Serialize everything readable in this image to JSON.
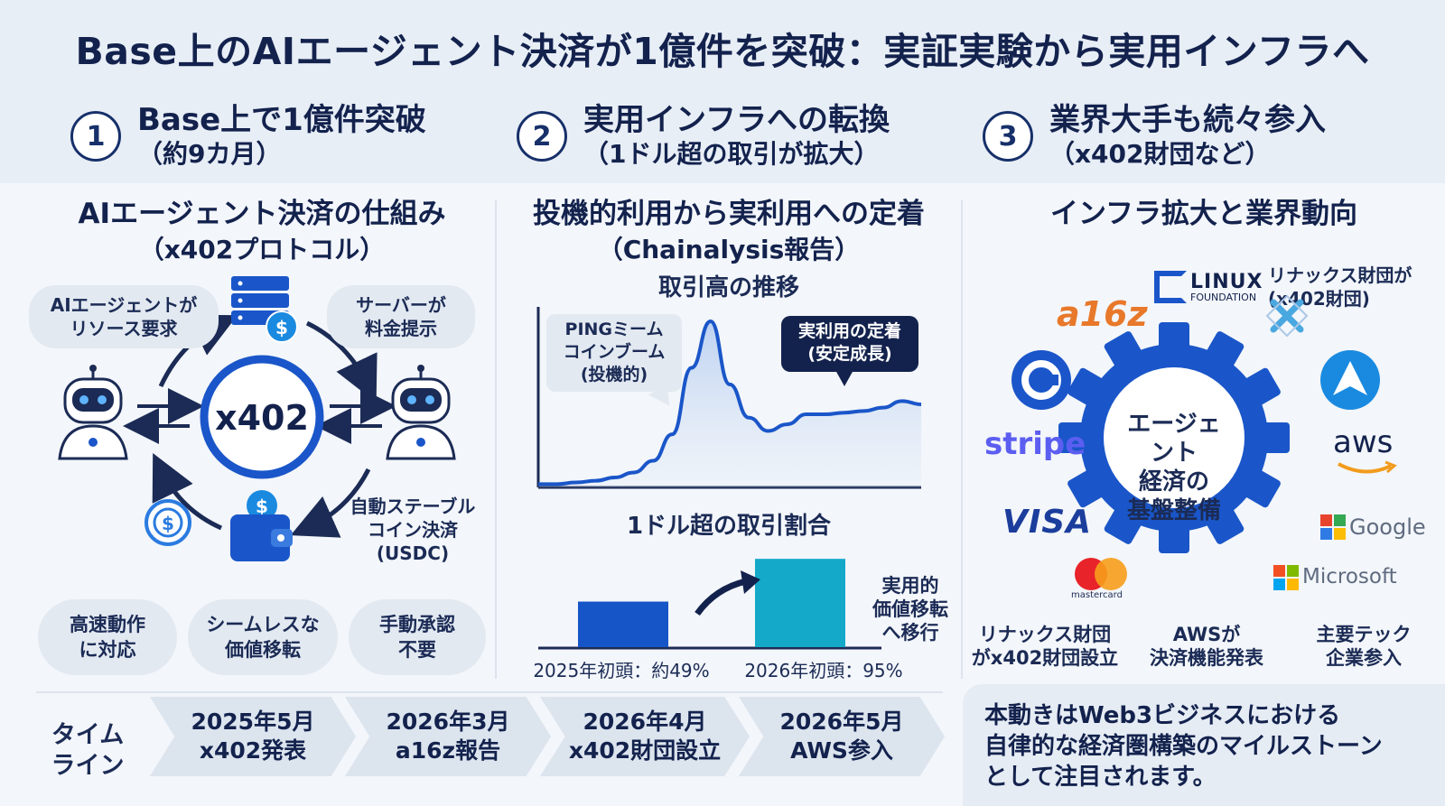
{
  "title": "Base上のAIエージェント決済が1億件を突破：実証実験から実用インフラへ",
  "points": [
    {
      "num": "1",
      "line1": "Base上で1億件突破",
      "line2": "（約9カ月）"
    },
    {
      "num": "2",
      "line1": "実用インフラへの転換",
      "line2": "（1ドル超の取引が拡大）"
    },
    {
      "num": "3",
      "line1": "業界大手も続々参入",
      "line2": "（x402財団など）"
    }
  ],
  "left": {
    "heading1": "AIエージェント決済の仕組み",
    "heading2": "（x402プロトコル）",
    "center": "x402",
    "bubble_agent": "AIエージェントが\nリソース要求",
    "bubble_server": "サーバーが\n料金提示",
    "auto_pay": "自動ステーブル\nコイン決済\n(USDC)",
    "pills": [
      "高速動作\nに対応",
      "シームレスな\n価値移転",
      "手動承認\n不要"
    ]
  },
  "middle": {
    "heading1": "投機的利用から実利用への定着",
    "heading2": "（Chainalysis報告）",
    "line_title": "取引高の推移",
    "callout_ping": "PINGミーム\nコインブーム\n(投機的)",
    "callout_stable": "実利用の定着\n(安定成長)",
    "bar_title": "1ドル超の取引割合",
    "bar_note": "実用的\n価値移転\nへ移行"
  },
  "right": {
    "heading": "インフラ拡大と業界動向",
    "linux_callout": "リナックス財団が\n(x402財団)",
    "gear_text": "エージェント\n経済の\n基盤整備",
    "logos": {
      "linux": "LINUX",
      "linux_sub": "FOUNDATION",
      "a16z": "a16z",
      "stripe": "stripe",
      "visa": "VISA",
      "mastercard": "mastercard",
      "aws": "aws",
      "google": "Google",
      "microsoft": "Microsoft"
    },
    "captions": [
      "リナックス財団\nがx402財団設立",
      "AWSが\n決済機能発表",
      "主要テック\n企業参入"
    ]
  },
  "timeline": {
    "label": "タイム\nライン",
    "steps": [
      {
        "date": "2025年5月",
        "event": "x402発表"
      },
      {
        "date": "2026年3月",
        "event": "a16z報告"
      },
      {
        "date": "2026年4月",
        "event": "x402財団設立"
      },
      {
        "date": "2026年5月",
        "event": "AWS参入"
      }
    ]
  },
  "note": "本動きはWeb3ビジネスにおける\n自律的な経済圏構築のマイルストーン\nとして注目されます。",
  "chart_data": [
    {
      "type": "line",
      "title": "取引高の推移",
      "annotations": [
        "PINGミーム\nコインブーム\n(投機的)",
        "実利用の定着\n(安定成長)"
      ],
      "x": [
        0,
        1,
        2,
        3,
        4,
        5,
        6,
        7,
        8,
        9,
        10,
        11,
        12,
        13,
        14,
        15,
        16,
        17,
        18,
        19,
        20
      ],
      "y": [
        2,
        2,
        3,
        4,
        6,
        9,
        16,
        32,
        72,
        100,
        62,
        42,
        34,
        38,
        44,
        44,
        45,
        46,
        48,
        52,
        50
      ],
      "grid": false,
      "legend": "none"
    },
    {
      "type": "bar",
      "title": "1ドル超の取引割合",
      "categories": [
        "2025年初頭：約49%",
        "2026年初頭：95%"
      ],
      "values": [
        49,
        95
      ],
      "colors": [
        "#1655c7",
        "#14a9c9"
      ],
      "ylim": [
        0,
        100
      ]
    }
  ]
}
